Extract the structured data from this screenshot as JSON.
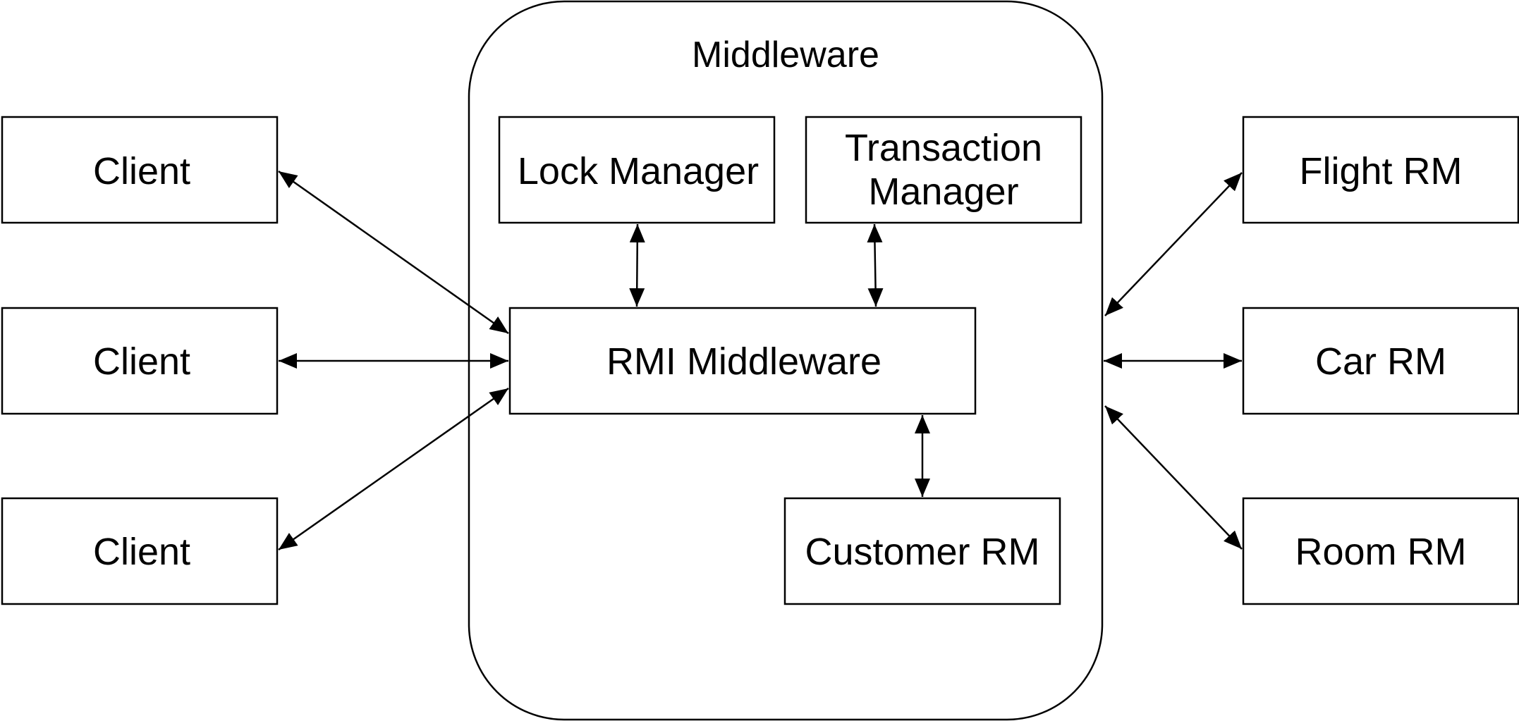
{
  "diagram": {
    "container_title": "Middleware",
    "nodes": {
      "client_1": "Client",
      "client_2": "Client",
      "client_3": "Client",
      "lock_manager": "Lock Manager",
      "transaction_manager_line1": "Transaction",
      "transaction_manager_line2": "Manager",
      "rmi_middleware": "RMI Middleware",
      "customer_rm": "Customer RM",
      "flight_rm": "Flight RM",
      "car_rm": "Car RM",
      "room_rm": "Room RM"
    },
    "connections": [
      {
        "from": "client_1",
        "to": "rmi_middleware",
        "arrows": "both"
      },
      {
        "from": "client_2",
        "to": "rmi_middleware",
        "arrows": "both"
      },
      {
        "from": "client_3",
        "to": "rmi_middleware",
        "arrows": "both"
      },
      {
        "from": "lock_manager",
        "to": "rmi_middleware",
        "arrows": "both"
      },
      {
        "from": "transaction_manager",
        "to": "rmi_middleware",
        "arrows": "both"
      },
      {
        "from": "rmi_middleware",
        "to": "customer_rm",
        "arrows": "both"
      },
      {
        "from": "middleware",
        "to": "flight_rm",
        "arrows": "both"
      },
      {
        "from": "middleware",
        "to": "car_rm",
        "arrows": "both"
      },
      {
        "from": "middleware",
        "to": "room_rm",
        "arrows": "both"
      }
    ],
    "colors": {
      "stroke": "#000000",
      "fill": "#ffffff",
      "text": "#000000"
    }
  }
}
